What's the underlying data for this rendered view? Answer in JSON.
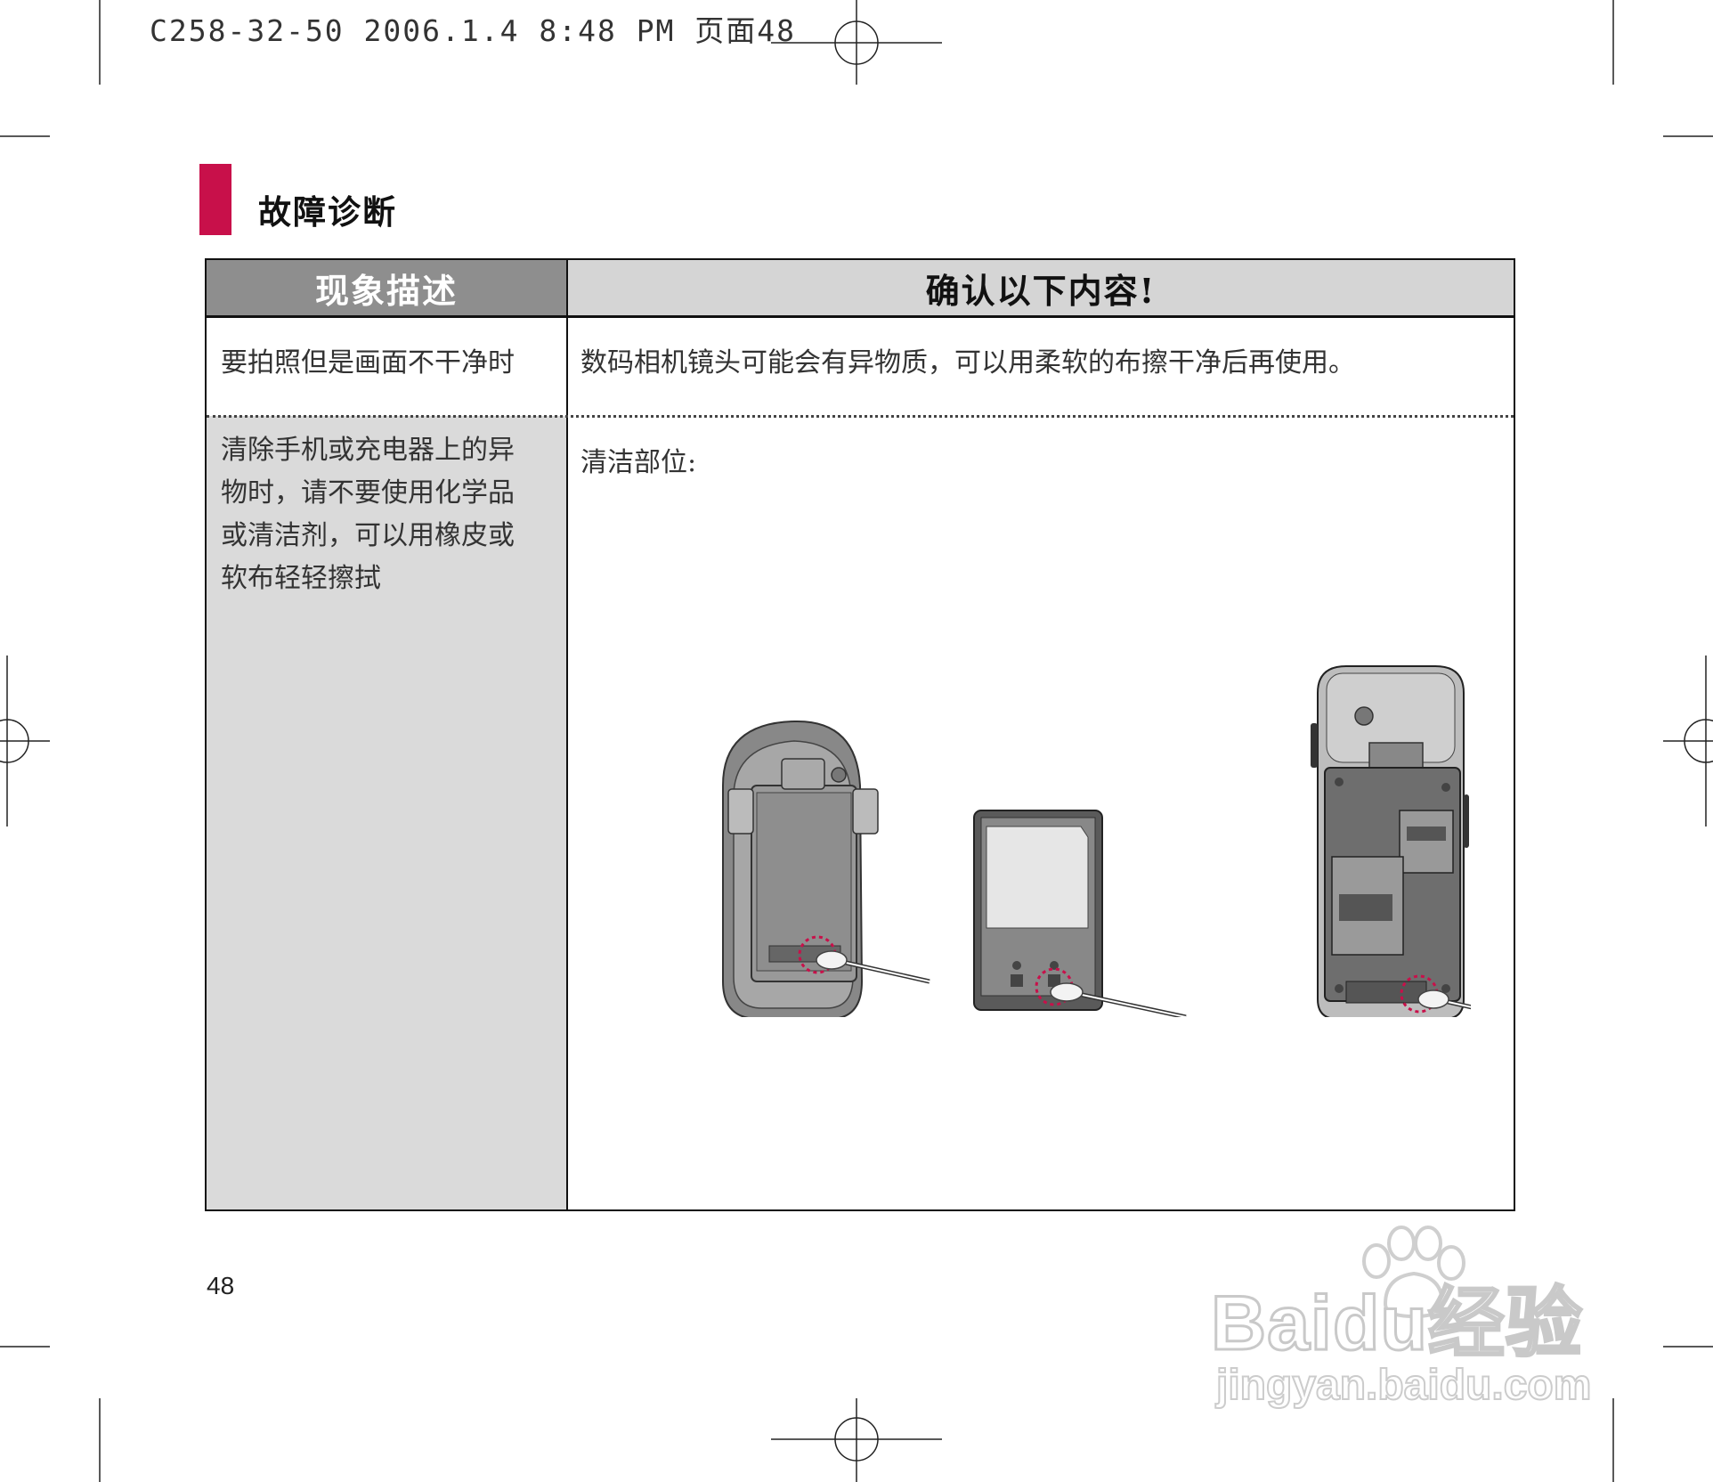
{
  "print_header": "C258-32-50  2006.1.4 8:48 PM 页面48",
  "section": {
    "title": "故障诊断",
    "accent_color": "#c8104a"
  },
  "table": {
    "headers": {
      "left": "现象描述",
      "right": "确认以下内容!"
    },
    "rows": [
      {
        "symptom": "要拍照但是画面不干净时",
        "action": "数码相机镜头可能会有异物质，可以用柔软的布擦干净后再使用。"
      },
      {
        "symptom_lines": [
          "清除手机或充电器上的异",
          "物时，请不要使用化学品",
          "或清洁剂，可以用橡皮或",
          "软布轻轻擦拭"
        ],
        "action": "清洁部位:",
        "illustration": "cleaning-points-illustration"
      }
    ]
  },
  "page_number": "48",
  "watermark": {
    "logo": "Baidu经验",
    "url": "jingyan.baidu.com"
  }
}
